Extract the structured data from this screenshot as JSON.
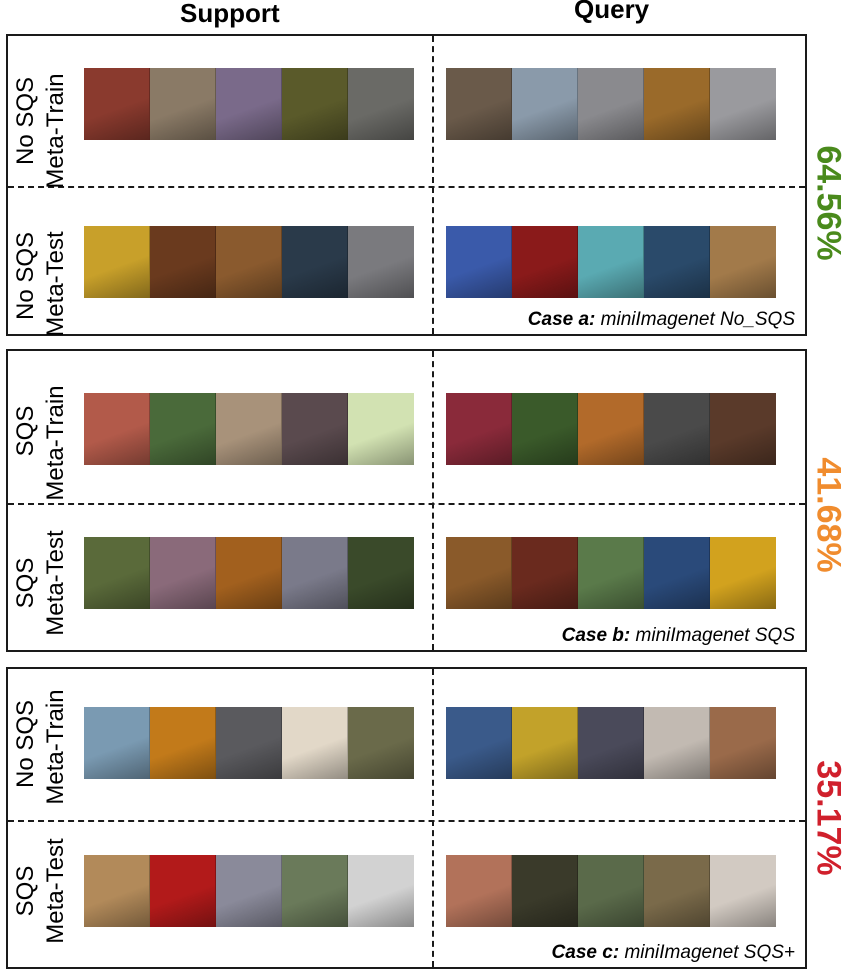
{
  "headers": {
    "support": "Support",
    "query": "Query"
  },
  "colors": {
    "case_a": "#4a8a1c",
    "case_b": "#f08c2e",
    "case_c": "#d0202c"
  },
  "panels": [
    {
      "accuracy": "64.56%",
      "caption_bold": "Case a:",
      "caption_rest": "miniImagenet No_SQS",
      "rows": [
        {
          "sqs": "No SQS",
          "phase": "Meta-Train",
          "support": [
            "#8a3a2e",
            "#8a7a66",
            "#7a6a8a",
            "#5a5a2a",
            "#6a6a66"
          ],
          "query": [
            "#6a5a4a",
            "#8a9aaa",
            "#8a8a8e",
            "#9a6a2a",
            "#9a9a9e"
          ]
        },
        {
          "sqs": "No SQS",
          "phase": "Meta-Test",
          "support": [
            "#c8a02a",
            "#6a3a1e",
            "#8a5a2e",
            "#2a3a4a",
            "#7a7a7e"
          ],
          "query": [
            "#3a5aaa",
            "#8a1a1a",
            "#5aaab2",
            "#2a4a6a",
            "#a27a4a"
          ]
        }
      ]
    },
    {
      "accuracy": "41.68%",
      "caption_bold": "Case b:",
      "caption_rest": "miniImagenet SQS",
      "rows": [
        {
          "sqs": "SQS",
          "phase": "Meta-Train",
          "support": [
            "#b25a4a",
            "#4a6a3a",
            "#a8927a",
            "#5a4a4e",
            "#d2e2b2"
          ],
          "query": [
            "#8a2a3a",
            "#3a5a2a",
            "#b26a2a",
            "#4a4a4a",
            "#5a3a2a"
          ]
        },
        {
          "sqs": "SQS",
          "phase": "Meta-Test",
          "support": [
            "#5a6a3a",
            "#8a6a7a",
            "#a2601e",
            "#7a7a8a",
            "#3a4a2a"
          ],
          "query": [
            "#8a5a2a",
            "#6a2a1e",
            "#5a7a4a",
            "#2a4a7a",
            "#d2a21e"
          ]
        }
      ]
    },
    {
      "accuracy": "35.17%",
      "caption_bold": "Case c:",
      "caption_rest": "miniImagenet SQS+",
      "rows": [
        {
          "sqs": "No SQS",
          "phase": "Meta-Train",
          "support": [
            "#7a9ab2",
            "#c27a1a",
            "#5a5a5e",
            "#e2d8c8",
            "#6a6a4a"
          ],
          "query": [
            "#3a5a8a",
            "#c2a22a",
            "#4a4a5a",
            "#c2bab2",
            "#9a6a4a"
          ]
        },
        {
          "sqs": "SQS",
          "phase": "Meta-Test",
          "support": [
            "#b28a5a",
            "#b21a1a",
            "#8a8a9a",
            "#6a7a5a",
            "#d2d2d2"
          ],
          "query": [
            "#b2725a",
            "#3a3a2a",
            "#5a6a4a",
            "#7a6a4a",
            "#d2cac2"
          ]
        }
      ]
    }
  ]
}
